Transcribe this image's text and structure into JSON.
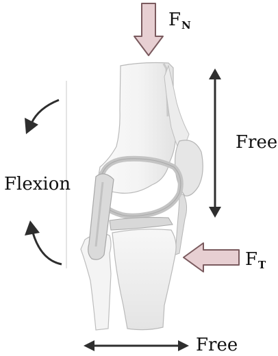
{
  "labels": {
    "normal_force": {
      "symbol": "F",
      "subscript": "N"
    },
    "tangential_force": {
      "symbol": "F",
      "subscript": "T"
    },
    "vertical_free": "Free",
    "horizontal_free": "Free",
    "rotation": "Flexion"
  },
  "colors": {
    "force_arrow_fill": "#e7cfd2",
    "force_arrow_stroke": "#7a5a5e",
    "motion_arrow": "#2e2e2e",
    "bone_fill": "#f2f2f2",
    "bone_stroke": "#b9b9b9",
    "cartilage_fill": "#d9d9d9",
    "text": "#111111"
  }
}
